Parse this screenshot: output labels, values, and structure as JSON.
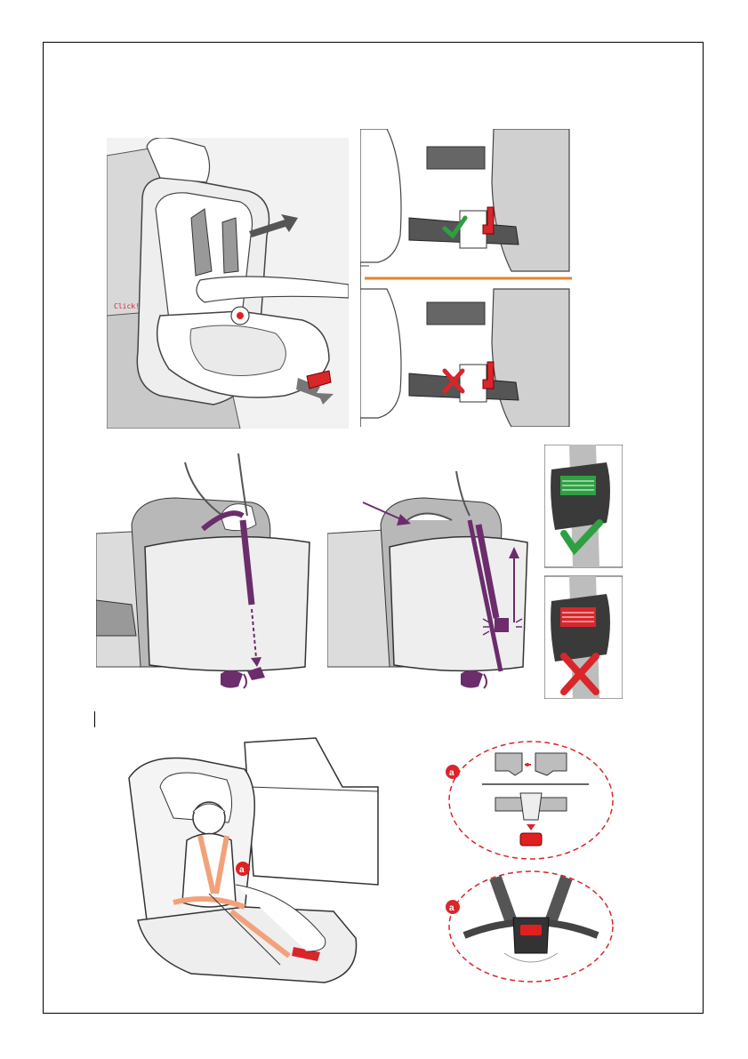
{
  "step1": {
    "panel_seat": {
      "sound_text": "Click!"
    },
    "panel_latch": {
      "correct_mark": "check",
      "incorrect_mark": "cross"
    }
  },
  "step2": {
    "status_marks": {
      "correct": "check",
      "incorrect": "cross"
    }
  },
  "step3": {
    "callout_label": "a",
    "detail_top_label": "a",
    "detail_bottom_label": "a"
  },
  "colors": {
    "correct_green": "#2ea043",
    "incorrect_red": "#d9262b",
    "divider_orange": "#e8822d",
    "strap_purple": "#6b2d6b",
    "harness_orange": "#f2a27a",
    "buckle_red": "#e02020"
  },
  "icons": [
    "check-icon",
    "cross-icon",
    "arrow-icon",
    "hand-icon",
    "buckle-icon",
    "anchor-hook-icon"
  ]
}
